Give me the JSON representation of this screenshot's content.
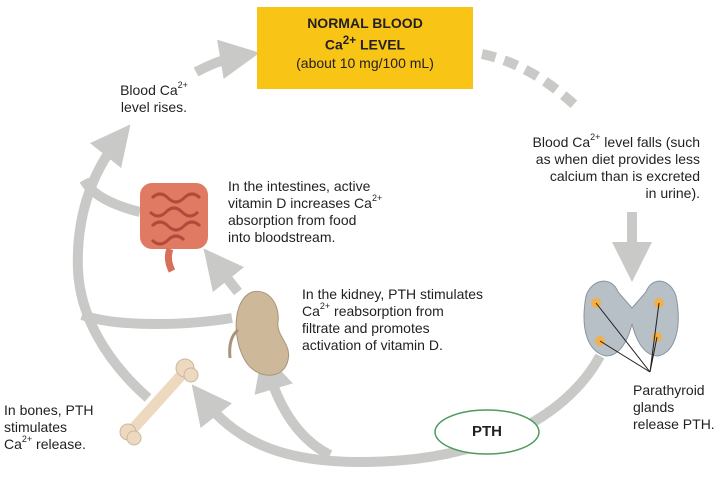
{
  "normal_box": {
    "line1": "NORMAL BLOOD",
    "line2_pre": "Ca",
    "line2_sup": "2+",
    "line2_post": " LEVEL",
    "line3": "(about 10 mg/100 mL)"
  },
  "rise": {
    "l1_pre": "Blood Ca",
    "l1_sup": "2+",
    "l2": "level rises."
  },
  "fall": {
    "l1_pre": "Blood Ca",
    "l1_sup": "2+",
    "l1_post": " level falls (such",
    "l2": "as when diet provides less",
    "l3": "calcium than is excreted",
    "l4": "in urine)."
  },
  "intestine": {
    "l1": "In the intestines, active",
    "l2_pre": "vitamin D increases Ca",
    "l2_sup": "2+",
    "l3": "absorption from food",
    "l4": "into bloodstream."
  },
  "kidney": {
    "l1": "In the kidney, PTH stimulates",
    "l2_pre": "Ca",
    "l2_sup": "2+",
    "l2_post": " reabsorption from",
    "l3": "filtrate and promotes",
    "l4": "activation of vitamin D."
  },
  "bones": {
    "l1": "In bones, PTH",
    "l2": "stimulates",
    "l3_pre": "Ca",
    "l3_sup": "2+",
    "l3_post": " release."
  },
  "parathyroid": {
    "l1": "Parathyroid",
    "l2": "glands",
    "l3": "release PTH."
  },
  "pth": "PTH",
  "colors": {
    "box": "#f8c415",
    "arrow": "#c9cac7",
    "intestine": "#e07a62",
    "kidney": "#cdb89a",
    "bone": "#ecd9bf",
    "gland": "#f2b04a",
    "pth_outline": "#4e9a5d"
  }
}
